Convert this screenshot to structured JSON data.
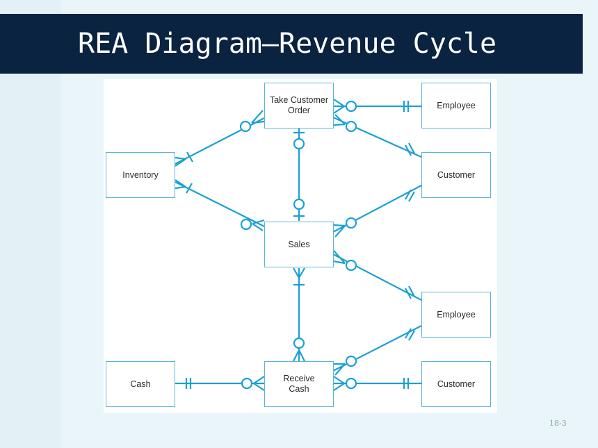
{
  "slide": {
    "title": "REA Diagram—Revenue Cycle",
    "page_number": "18-3"
  },
  "diagram": {
    "entities": {
      "take_order": "Take Customer\nOrder",
      "employee_top": "Employee",
      "inventory": "Inventory",
      "customer_top": "Customer",
      "sales": "Sales",
      "employee_bottom": "Employee",
      "cash": "Cash",
      "receive_cash": "Receive\nCash",
      "customer_bottom": "Customer"
    },
    "relationships": [
      {
        "from": "Take Customer Order",
        "to": "Employee",
        "from_end": "zero-or-many",
        "to_end": "one-and-only-one"
      },
      {
        "from": "Take Customer Order",
        "to": "Inventory",
        "from_end": "zero-or-many",
        "to_end": "one-or-many"
      },
      {
        "from": "Take Customer Order",
        "to": "Customer",
        "from_end": "zero-or-many",
        "to_end": "one-and-only-one"
      },
      {
        "from": "Take Customer Order",
        "to": "Sales",
        "from_end": "zero-or-one",
        "to_end": "zero-or-one"
      },
      {
        "from": "Sales",
        "to": "Inventory",
        "from_end": "zero-or-many",
        "to_end": "one-or-many"
      },
      {
        "from": "Sales",
        "to": "Customer",
        "from_end": "zero-or-many",
        "to_end": "one-and-only-one"
      },
      {
        "from": "Sales",
        "to": "Employee",
        "from_end": "zero-or-many",
        "to_end": "one-and-only-one"
      },
      {
        "from": "Sales",
        "to": "Receive Cash",
        "from_end": "one-or-many",
        "to_end": "zero-or-many"
      },
      {
        "from": "Receive Cash",
        "to": "Employee",
        "from_end": "zero-or-many",
        "to_end": "one-and-only-one"
      },
      {
        "from": "Receive Cash",
        "to": "Customer",
        "from_end": "zero-or-many",
        "to_end": "one-and-only-one"
      },
      {
        "from": "Receive Cash",
        "to": "Cash",
        "from_end": "zero-or-many",
        "to_end": "one-and-only-one"
      }
    ],
    "colors": {
      "line": "#1aa0d6",
      "box_border": "#5bb6d8",
      "title_bar": "#0a2340"
    }
  }
}
